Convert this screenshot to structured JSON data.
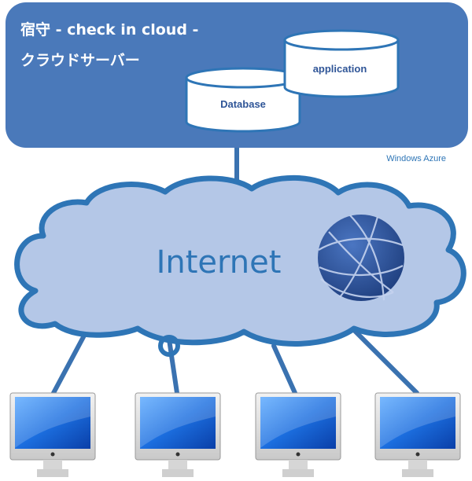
{
  "cloud_server": {
    "title_line1": "宿守 - check in cloud -",
    "title_line2": "クラウドサーバー",
    "platform_label": "Windows Azure",
    "components": [
      "Database",
      "application"
    ]
  },
  "network": {
    "label": "Internet",
    "icon": "globe-icon"
  },
  "clients": {
    "count": 4,
    "icon": "monitor-icon"
  },
  "colors": {
    "server_box": "#4a79ba",
    "cloud_fill": "#b4c7e7",
    "cloud_stroke": "#2e75b6",
    "accent_text": "#2e75b6",
    "cylinder_text": "#2f5597",
    "connector": "#3a72b0",
    "globe": "#2f5597"
  }
}
